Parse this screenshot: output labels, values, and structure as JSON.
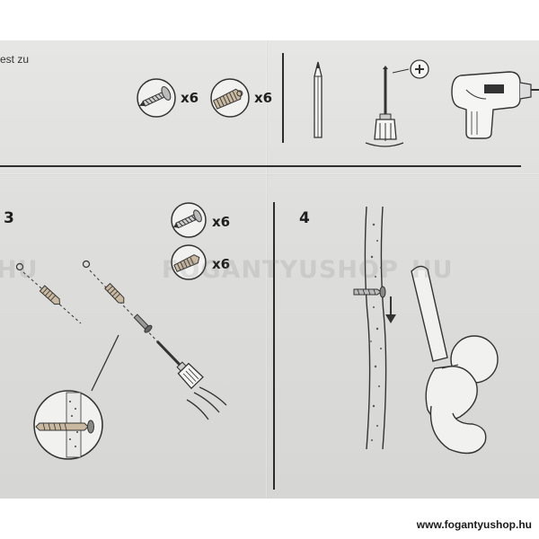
{
  "page": {
    "fragment_text": "est zu",
    "footer_url": "www.fogantyushop.hu",
    "watermark": {
      "left": "HU",
      "center": "FOGANTYUSHOP",
      "right": "HU"
    }
  },
  "top_section": {
    "parts": [
      {
        "icon": "screw-icon",
        "quantity": "x6"
      },
      {
        "icon": "wall-plug-icon",
        "quantity": "x6"
      }
    ],
    "tools": [
      "pencil-icon",
      "screwdriver-icon",
      "plus-icon",
      "drill-icon"
    ]
  },
  "step3": {
    "number": "3",
    "parts": [
      {
        "icon": "screw-icon",
        "quantity": "x6"
      },
      {
        "icon": "wall-plug-icon",
        "quantity": "x6"
      }
    ]
  },
  "step4": {
    "number": "4"
  }
}
